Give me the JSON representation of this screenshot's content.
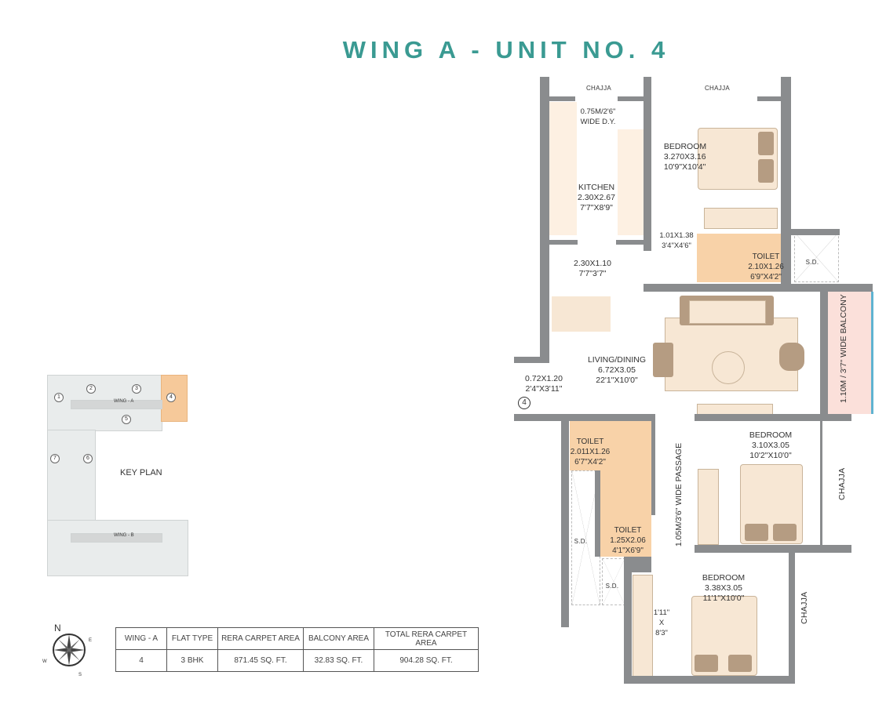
{
  "title": "WING A - UNIT NO. 4",
  "plan": {
    "chajja_top_left": "CHAJJA",
    "chajja_top_right": "CHAJJA",
    "dry_area": {
      "line1": "0.75M/2'6\"",
      "line2": "WIDE D.Y."
    },
    "kitchen": {
      "name": "KITCHEN",
      "metric": "2.30X2.67",
      "imperial": "7'7\"X8'9\""
    },
    "bedroom1": {
      "name": "BEDROOM",
      "metric": "3.270X3.16",
      "imperial": "10'9\"X10'4\""
    },
    "toilet1_pass": {
      "metric": "1.01X1.38",
      "imperial": "3'4\"X4'6\""
    },
    "toilet1": {
      "name": "TOILET",
      "metric": "2.10X1.26",
      "imperial": "6'9\"X4'2\""
    },
    "sd1": "S.D.",
    "dining": {
      "metric": "2.30X1.10",
      "imperial": "7'7\"3'7\""
    },
    "living": {
      "name": "LIVING/DINING",
      "metric": "6.72X3.05",
      "imperial": "22'1\"X10'0\""
    },
    "balcony": "1.10M / 3'7\"  WIDE BALCONY",
    "entry": {
      "metric": "0.72X1.20",
      "imperial": "2'4\"X3'11\""
    },
    "unit_marker": "4",
    "toilet2": {
      "name": "TOILET",
      "metric": "2.011X1.26",
      "imperial": "6'7\"X4'2\""
    },
    "toilet3": {
      "name": "TOILET",
      "metric": "1.25X2.06",
      "imperial": "4'1\"X6'9\""
    },
    "sd2": "S.D.",
    "sd3": "S.D.",
    "passage": "1.05M/3'6\" WIDE PASSAGE",
    "bedroom2": {
      "name": "BEDROOM",
      "metric": "3.10X3.05",
      "imperial": "10'2\"X10'0\""
    },
    "chajja_right1": "CHAJJA",
    "bedroom3": {
      "name": "BEDROOM",
      "metric": "3.38X3.05",
      "imperial": "11'1\"X10'0\""
    },
    "chajja_right2": "CHAJJA",
    "wardrobe": {
      "line1": "1'11\"",
      "line2": "X",
      "line3": "8'3\""
    }
  },
  "key_plan": {
    "label": "KEY PLAN",
    "wing_a": "WING - A",
    "wing_b": "WING - B",
    "highlight_color": "#f6c99a",
    "units": [
      "1",
      "2",
      "3",
      "4",
      "5",
      "6",
      "7"
    ]
  },
  "compass": {
    "n": "N",
    "e": "E",
    "w": "W",
    "s": "S"
  },
  "table": {
    "headers": [
      "WING - A",
      "FLAT TYPE",
      "RERA CARPET AREA",
      "BALCONY AREA",
      "TOTAL RERA CARPET AREA"
    ],
    "row": [
      "4",
      "3 BHK",
      "871.45 SQ. FT.",
      "32.83 SQ. FT.",
      "904.28 SQ. FT."
    ]
  },
  "colors": {
    "title": "#3a9a92",
    "wall": "#8a8c8e",
    "room_fill": "#fdf0e2",
    "toilet_fill": "#f8d2a8",
    "balcony_fill": "#fbe0da",
    "balcony_edge": "#5fb3d1"
  }
}
